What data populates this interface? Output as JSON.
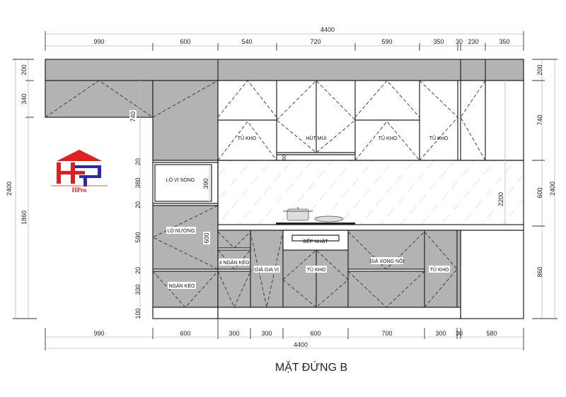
{
  "title": "MẶT ĐỨNG B",
  "logo": {
    "text": "HPro",
    "colors": {
      "red": "#e02020",
      "blue": "#2a2aa8"
    }
  },
  "dims": {
    "top_total": "4400",
    "top": [
      "990",
      "600",
      "540",
      "720",
      "590",
      "350",
      "30",
      "230",
      "350"
    ],
    "bottom": [
      "990",
      "600",
      "300",
      "300",
      "600",
      "700",
      "300",
      "30",
      "580"
    ],
    "bottom_total": "4400",
    "left_outer": "2400",
    "left_mid": [
      "200",
      "340",
      "1860"
    ],
    "left_inner": [
      "740",
      "20",
      "380",
      "20",
      "590",
      "20",
      "330",
      "100"
    ],
    "right_inner": [
      "200",
      "740",
      "600",
      "860"
    ],
    "right_outer": "2400",
    "internal": {
      "microwave": "390",
      "oven": "600",
      "hood": "50",
      "backsplash": "2200"
    }
  },
  "labels": {
    "upper_store_1": "TỦ KHO",
    "hood": "HÚT MÙI",
    "upper_store_2": "TỦ KHO",
    "upper_store_3": "TỦ KHO",
    "microwave": "LÒ VI SÓNG",
    "oven": "LÒ NƯỚNG",
    "drawer": "NGĂN KÉO",
    "three_drawers": "3 NGĂN KÉO",
    "spice_rack": "GIÁ GIA VỊ",
    "cooktop": "BẾP NHẬT",
    "base_store_1": "TỦ KHO",
    "pot_rack": "GIÁ XONG NỒI",
    "base_store_2": "TỦ KHO"
  }
}
